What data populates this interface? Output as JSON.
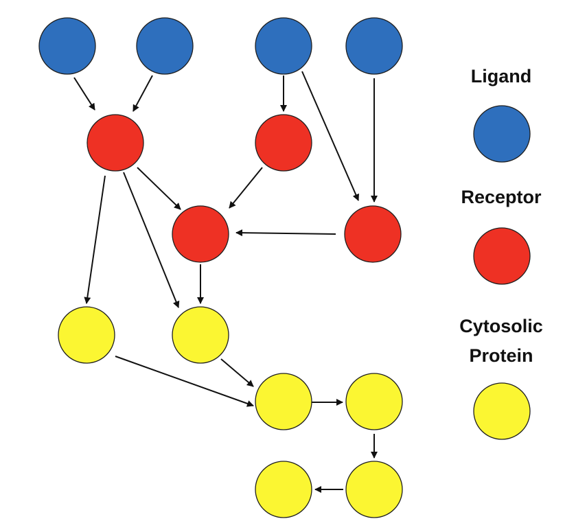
{
  "legend": {
    "ligand_label": "Ligand",
    "receptor_label": "Receptor",
    "cytosolic_label_line1": "Cytosolic",
    "cytosolic_label_line2": "Protein"
  },
  "colors": {
    "ligand": "#2e6fbd",
    "receptor": "#ee3124",
    "cytosolic": "#fbf632",
    "outline": "#1f1f1f",
    "arrow": "#111111"
  },
  "nodes": [
    {
      "id": "L1",
      "type": "ligand"
    },
    {
      "id": "L2",
      "type": "ligand"
    },
    {
      "id": "L3",
      "type": "ligand"
    },
    {
      "id": "L4",
      "type": "ligand"
    },
    {
      "id": "R1",
      "type": "receptor"
    },
    {
      "id": "R2",
      "type": "receptor"
    },
    {
      "id": "R3",
      "type": "receptor"
    },
    {
      "id": "R4",
      "type": "receptor"
    },
    {
      "id": "C1",
      "type": "cytosolic"
    },
    {
      "id": "C2",
      "type": "cytosolic"
    },
    {
      "id": "C3",
      "type": "cytosolic"
    },
    {
      "id": "C4",
      "type": "cytosolic"
    },
    {
      "id": "C5",
      "type": "cytosolic"
    },
    {
      "id": "C6",
      "type": "cytosolic"
    }
  ],
  "edges": [
    {
      "from": "L1",
      "to": "R1"
    },
    {
      "from": "L2",
      "to": "R1"
    },
    {
      "from": "L3",
      "to": "R2"
    },
    {
      "from": "L3",
      "to": "R4"
    },
    {
      "from": "L4",
      "to": "R4"
    },
    {
      "from": "R1",
      "to": "R3"
    },
    {
      "from": "R2",
      "to": "R3"
    },
    {
      "from": "R4",
      "to": "R3"
    },
    {
      "from": "R1",
      "to": "C1"
    },
    {
      "from": "R1",
      "to": "C2"
    },
    {
      "from": "R3",
      "to": "C2"
    },
    {
      "from": "C1",
      "to": "C3"
    },
    {
      "from": "C2",
      "to": "C3"
    },
    {
      "from": "C3",
      "to": "C4"
    },
    {
      "from": "C4",
      "to": "C5"
    },
    {
      "from": "C5",
      "to": "C6"
    }
  ]
}
